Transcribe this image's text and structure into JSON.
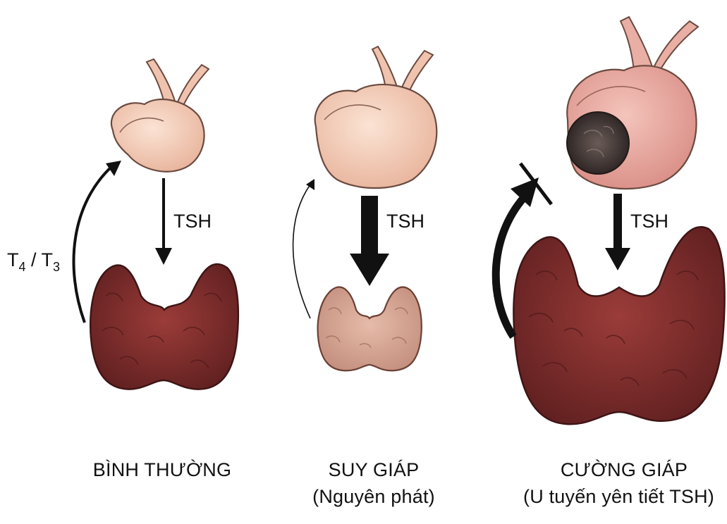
{
  "panels": [
    {
      "caption": "BÌNH THƯỜNG",
      "subcaption": "",
      "arrow_label": "TSH",
      "feedback_label": {
        "main1": "T",
        "sub1": "4",
        "sep": " / ",
        "main2": "T",
        "sub2": "3"
      }
    },
    {
      "caption": "SUY GIÁP",
      "subcaption": "(Nguyên phát)",
      "arrow_label": "TSH"
    },
    {
      "caption": "CƯỜNG GIÁP",
      "subcaption": "(U tuyến yên tiết TSH)",
      "arrow_label": "TSH"
    }
  ],
  "colors": {
    "pituitary_fill": "#f3cdb8",
    "pituitary_fill_3": "#eaa9a1",
    "thyroid_fill": "#7d2b2a",
    "thyroid_fill_small": "#d9aa98",
    "tumor_fill": "#3b3230",
    "arrow": "#111111"
  }
}
